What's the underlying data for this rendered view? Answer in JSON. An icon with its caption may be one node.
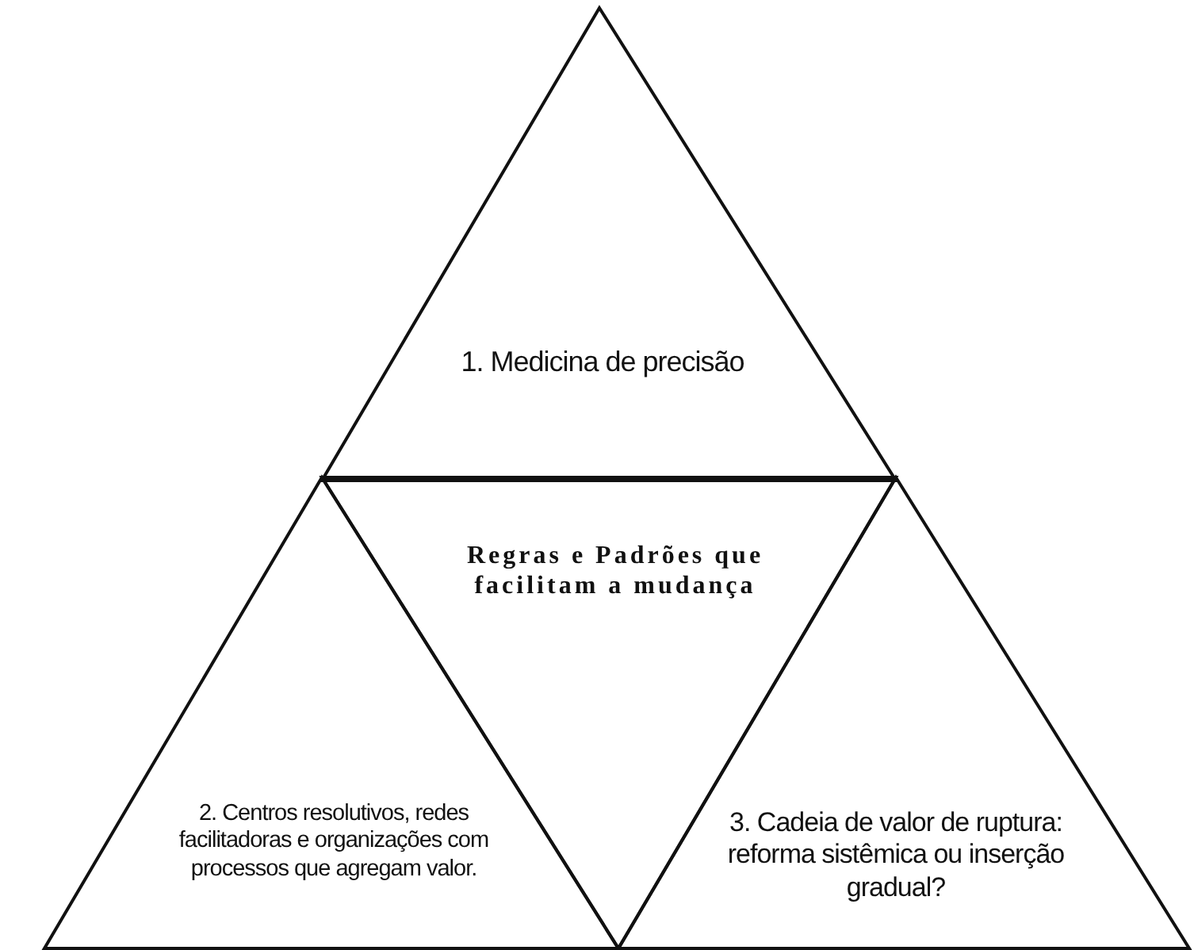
{
  "diagram": {
    "nodes": [
      {
        "text": [
          "1. Medicina de precisão"
        ]
      },
      {
        "text": [
          "Regras e Padrões que facilitam a mudança"
        ]
      },
      {
        "text": [
          "2. Centros resolutivos, redes facilitadoras e organizações com processos que agregam valor."
        ]
      },
      {
        "text": [
          "3. Cadeia de valor de ruptura: reforma sistêmica ou inserção gradual?"
        ]
      }
    ]
  }
}
